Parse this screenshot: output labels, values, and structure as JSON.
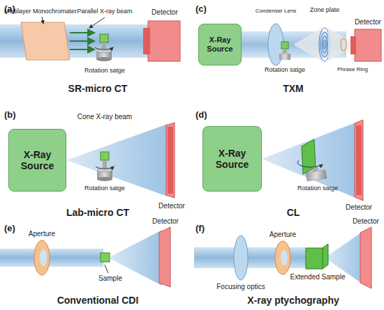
{
  "diagram": {
    "nodes": [
      {
        "text": [
          "X-Ray Source"
        ]
      },
      {
        "text": [
          "X-Ray Source"
        ]
      },
      {
        "text": [
          "X-Ray Source"
        ]
      }
    ],
    "labels": [
      "(a)",
      "Multilayer Monochromater",
      "Parallel X-ray beam",
      "Detector",
      "Rotation satge",
      "SR-micro CT",
      "(c)",
      "Condenser Lens",
      "Zone plate",
      "Detector",
      "Rotation satge",
      "Phrase Ring",
      "TXM",
      "(b)",
      "Cone X-ray beam",
      "Rotation satge",
      "Detector",
      "Lab-micro CT",
      "(d)",
      "Rotation satge",
      "Detector",
      "CL",
      "(e)",
      "Aperture",
      "Detector",
      "Sample",
      "Conventional CDI",
      "(f)",
      "Aperture",
      "Detector",
      "Focusing optics",
      "Extended Sample",
      "X-ray ptychography"
    ]
  }
}
